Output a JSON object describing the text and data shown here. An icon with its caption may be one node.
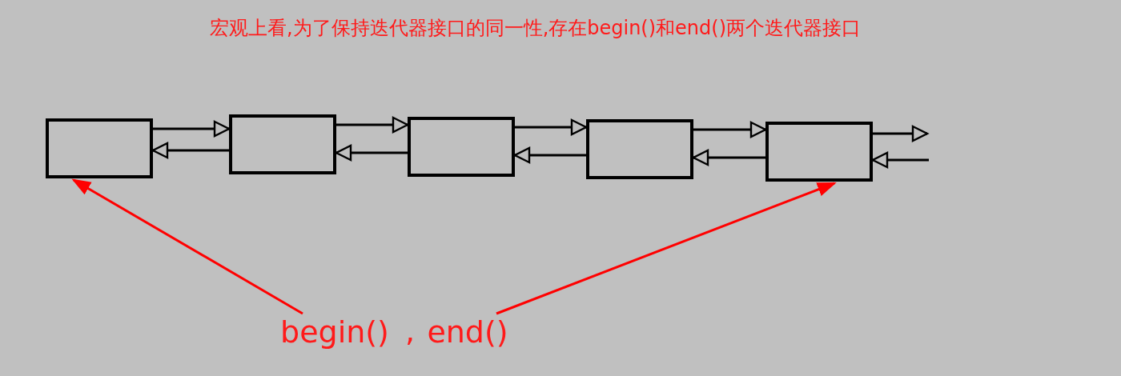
{
  "diagram": {
    "title": "宏观上看,为了保持迭代器接口的同一性,存在begin()和end()两个迭代器接口",
    "nodes": [
      {
        "text": [],
        "shape": "box"
      },
      {
        "text": [],
        "shape": "box"
      },
      {
        "text": [],
        "shape": "box"
      },
      {
        "text": [],
        "shape": "box"
      },
      {
        "text": [],
        "shape": "box"
      },
      {
        "text": [
          "begin()"
        ]
      },
      {
        "text": [
          "end()"
        ]
      }
    ],
    "edges": [
      {
        "from": 0,
        "to": 1,
        "arrow": "to"
      },
      {
        "from": 1,
        "to": 0,
        "arrow": "to"
      },
      {
        "from": 1,
        "to": 2,
        "arrow": "to"
      },
      {
        "from": 2,
        "to": 1,
        "arrow": "to"
      },
      {
        "from": 2,
        "to": 3,
        "arrow": "to"
      },
      {
        "from": 3,
        "to": 2,
        "arrow": "to"
      },
      {
        "from": 3,
        "to": 4,
        "arrow": "to"
      },
      {
        "from": 4,
        "to": 3,
        "arrow": "to"
      },
      {
        "from": 4,
        "to": null,
        "arrow": "to"
      },
      {
        "from": null,
        "to": 4,
        "arrow": "to"
      },
      {
        "from": 5,
        "to": 0,
        "arrow": "to",
        "color": "#ff0000"
      },
      {
        "from": 6,
        "to": 4,
        "arrow": "to",
        "color": "#ff0000"
      }
    ],
    "labels": [
      ","
    ]
  }
}
